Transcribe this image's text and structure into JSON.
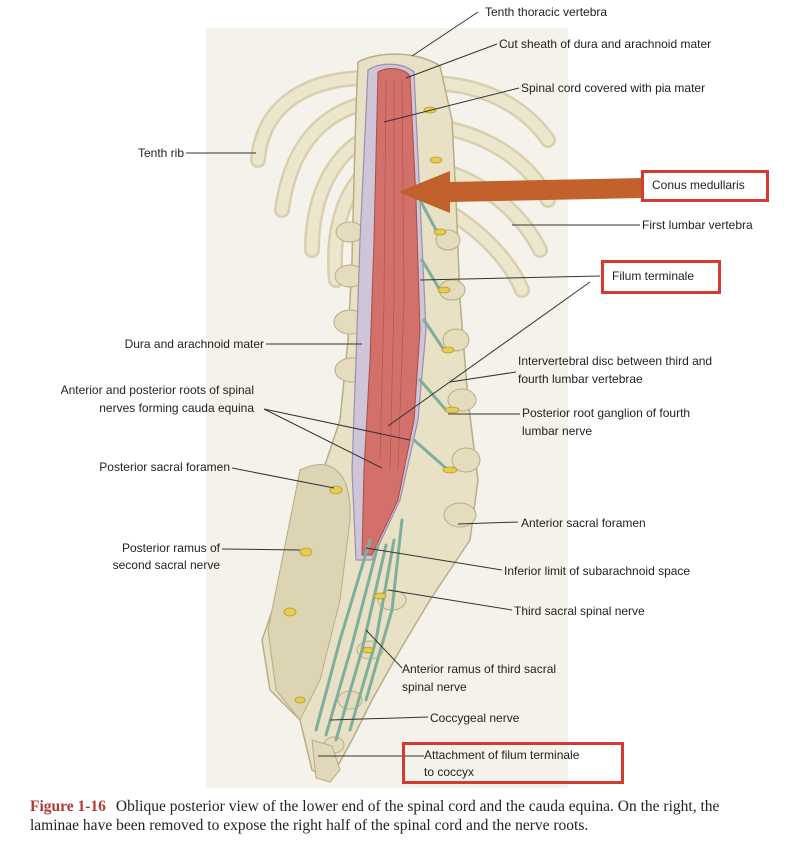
{
  "labels": {
    "tenth_thoracic_vertebra": "Tenth thoracic vertebra",
    "cut_sheath": "Cut sheath of dura and arachnoid mater",
    "spinal_cord_pia": "Spinal cord covered with pia mater",
    "tenth_rib": "Tenth rib",
    "conus_medullaris": "Conus medullaris",
    "first_lumbar_vertebra": "First lumbar vertebra",
    "filum_terminale": "Filum terminale",
    "dura_arachnoid": "Dura and arachnoid mater",
    "intervertebral_disc_1": "Intervertebral disc between third and",
    "intervertebral_disc_2": "fourth lumbar vertebrae",
    "roots_cauda_equina_1": "Anterior and posterior roots of spinal",
    "roots_cauda_equina_2": "nerves forming cauda equina",
    "posterior_root_ganglion_1": "Posterior root ganglion of fourth",
    "posterior_root_ganglion_2": "lumbar nerve",
    "posterior_sacral_foramen": "Posterior sacral foramen",
    "anterior_sacral_foramen": "Anterior sacral foramen",
    "posterior_ramus_1": "Posterior ramus of",
    "posterior_ramus_2": "second sacral nerve",
    "inferior_limit": "Inferior limit of subarachnoid space",
    "third_sacral_nerve": "Third sacral spinal nerve",
    "anterior_ramus_1": "Anterior ramus of third sacral",
    "anterior_ramus_2": "spinal nerve",
    "coccygeal_nerve": "Coccygeal nerve",
    "attachment_1": "Attachment of filum terminale",
    "attachment_2": "to coccyx"
  },
  "caption": {
    "figure_number": "Figure 1-16",
    "text": "Oblique posterior view of the lower end of the spinal cord and the cauda equina. On the right, the laminae have been removed to expose the right half of the spinal cord and the nerve roots."
  },
  "colors": {
    "highlight_box": "#d23a32",
    "arrow": "#c2612c",
    "bone": "#e8e1c6",
    "cord": "#d4706a",
    "nerve": "#7fae9c"
  }
}
